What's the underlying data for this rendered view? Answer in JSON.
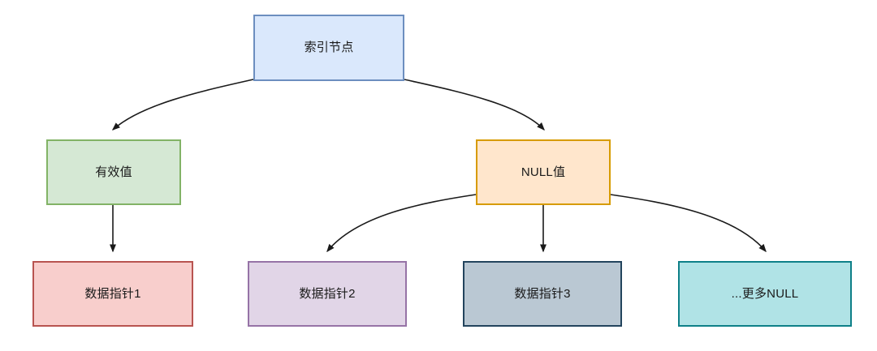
{
  "diagram": {
    "type": "flowchart",
    "title": "",
    "background_color": "#ffffff",
    "edge_color": "#1a1a1a",
    "nodes": [
      {
        "id": "index",
        "label": "索引节点",
        "fill": "#dae8fc",
        "stroke": "#6c8ebf",
        "level": 0
      },
      {
        "id": "valid",
        "label": "有效值",
        "fill": "#d5e8d4",
        "stroke": "#82b366",
        "level": 1
      },
      {
        "id": "null",
        "label": "NULL值",
        "fill": "#ffe6cc",
        "stroke": "#d79b00",
        "level": 1
      },
      {
        "id": "ptr1",
        "label": "数据指针1",
        "fill": "#f8cecc",
        "stroke": "#b85450",
        "level": 2
      },
      {
        "id": "ptr2",
        "label": "数据指针2",
        "fill": "#e1d5e7",
        "stroke": "#9673a6",
        "level": 2
      },
      {
        "id": "ptr3",
        "label": "数据指针3",
        "fill": "#bac8d3",
        "stroke": "#23445d",
        "level": 2
      },
      {
        "id": "more",
        "label": "...更多NULL",
        "fill": "#b0e3e6",
        "stroke": "#0e8088",
        "level": 2
      }
    ],
    "edges": [
      {
        "from": "index",
        "to": "valid",
        "label": "",
        "style": "curved-arrow"
      },
      {
        "from": "index",
        "to": "null",
        "label": "",
        "style": "curved-arrow"
      },
      {
        "from": "valid",
        "to": "ptr1",
        "label": "",
        "style": "straight-arrow"
      },
      {
        "from": "null",
        "to": "ptr2",
        "label": "",
        "style": "curved-arrow"
      },
      {
        "from": "null",
        "to": "ptr3",
        "label": "",
        "style": "straight-arrow"
      },
      {
        "from": "null",
        "to": "more",
        "label": "",
        "style": "curved-arrow"
      }
    ]
  }
}
